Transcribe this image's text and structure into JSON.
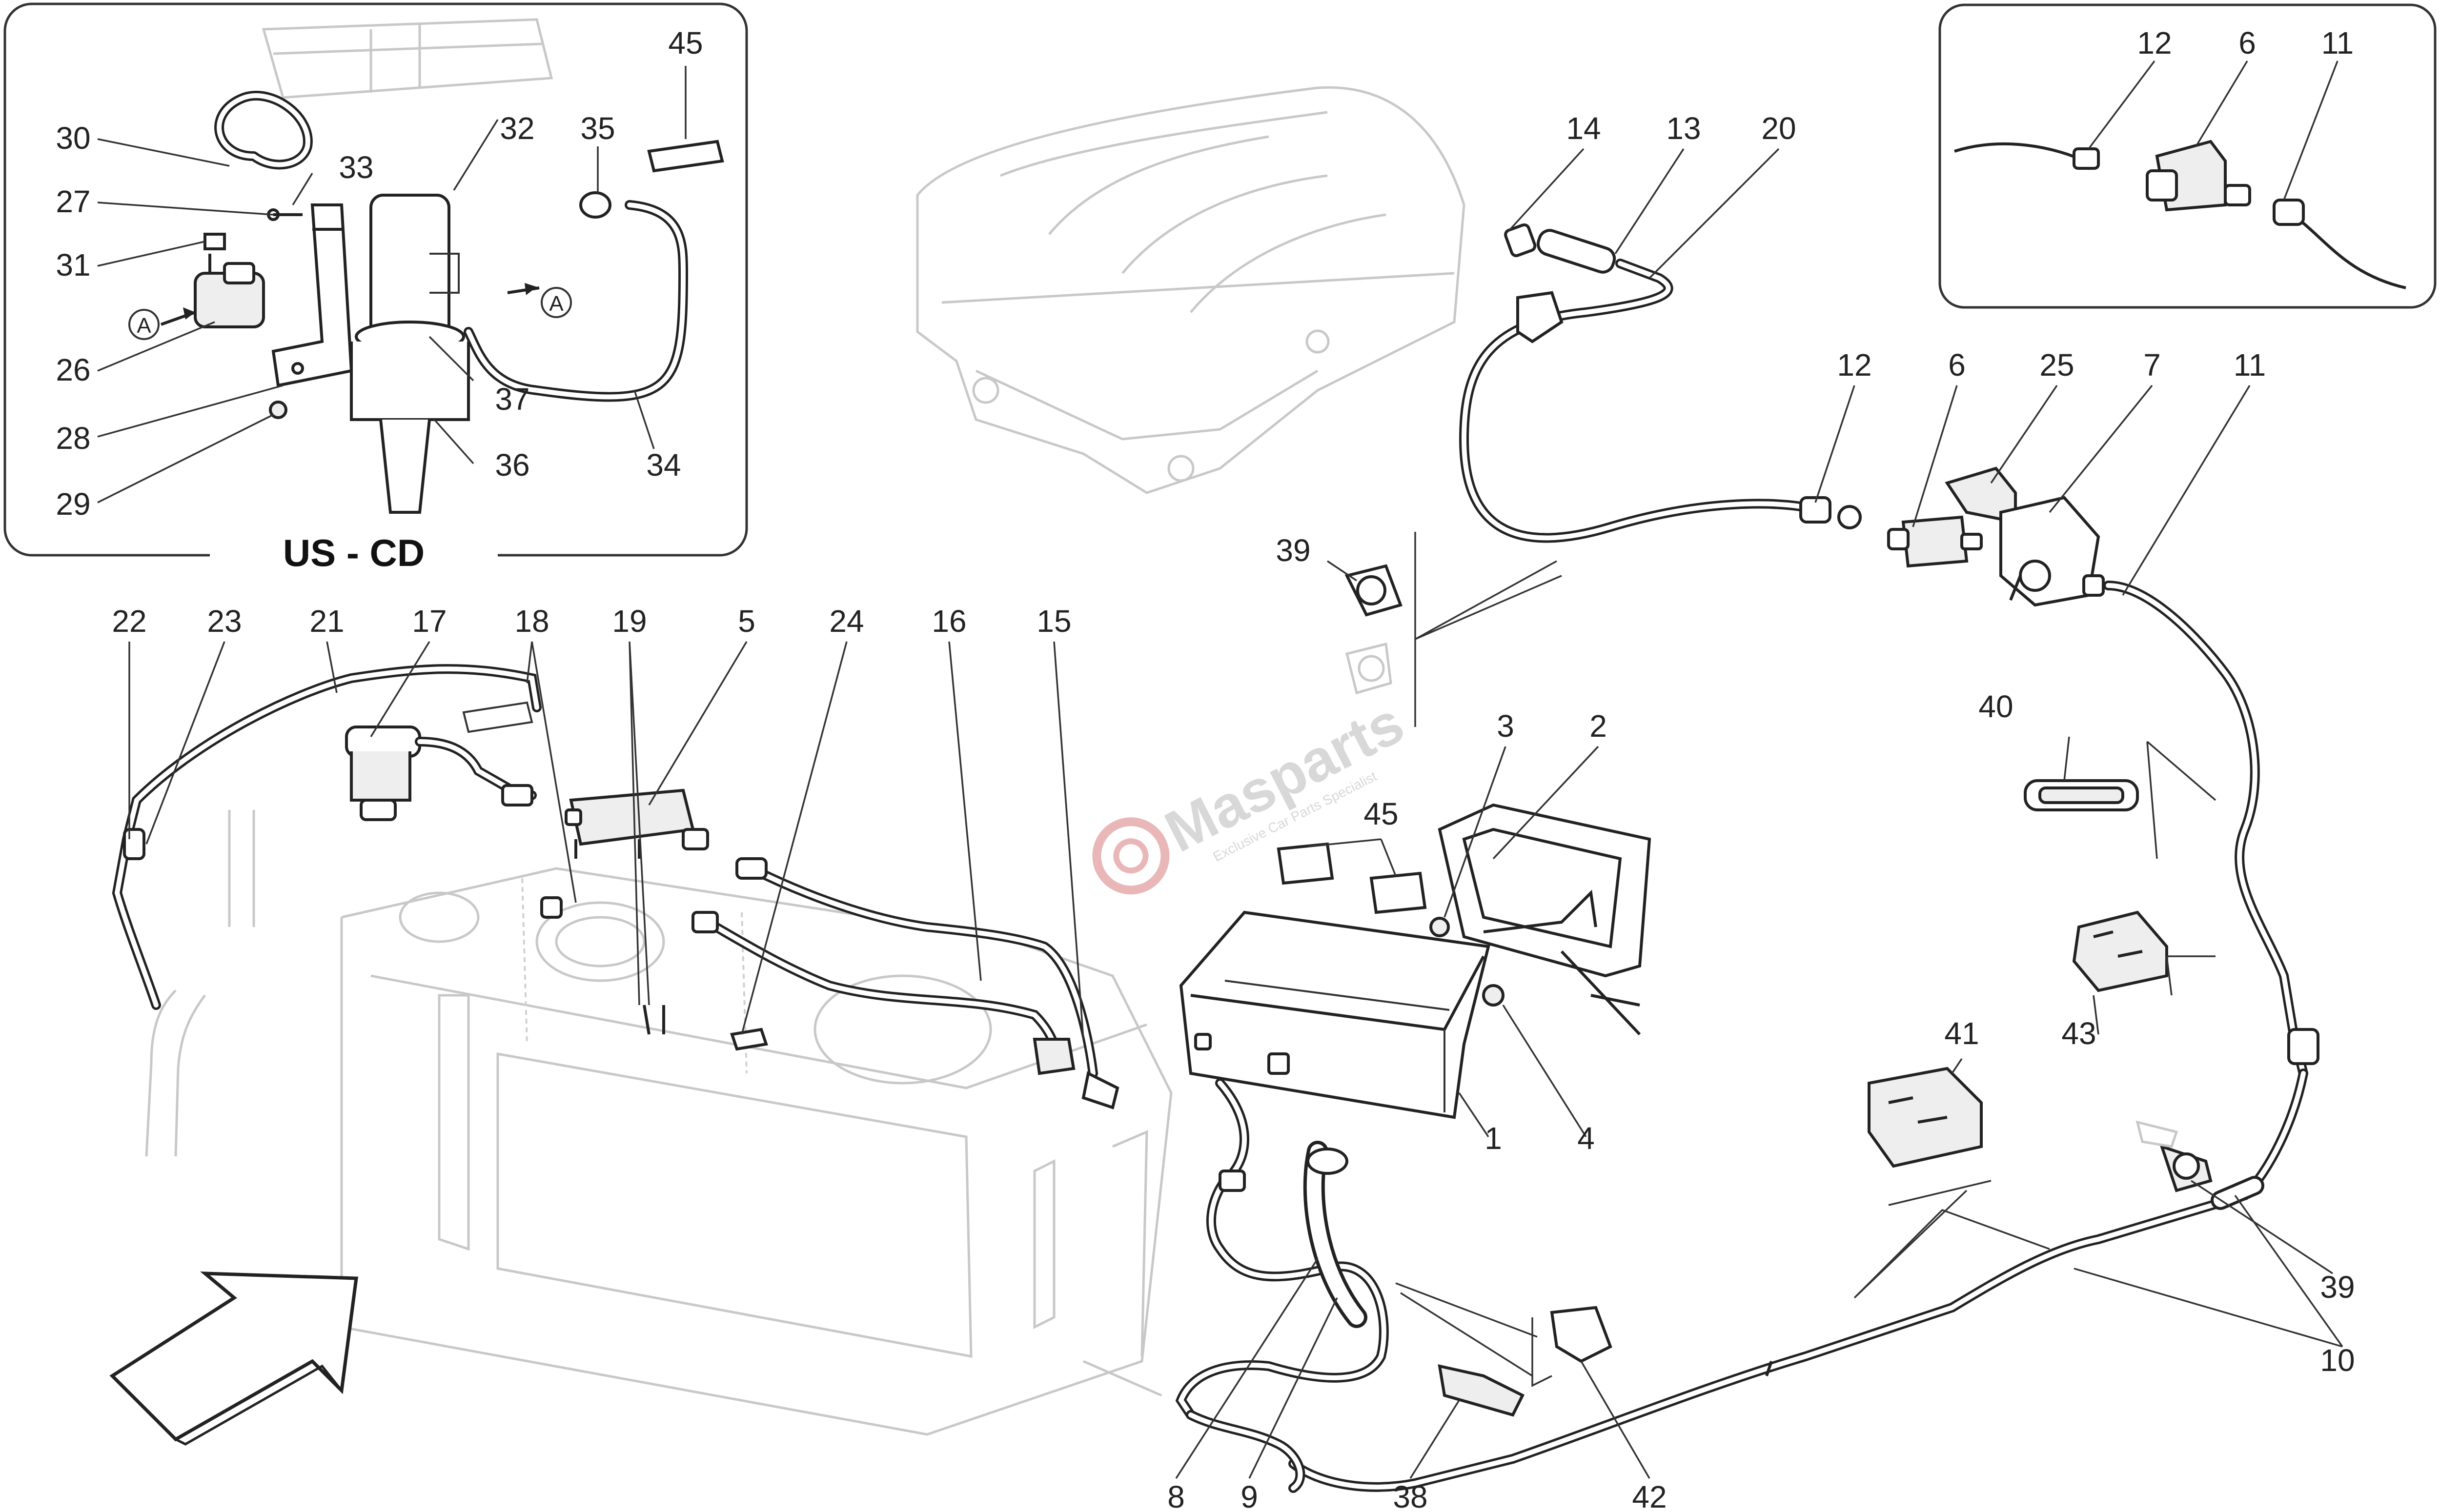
{
  "inset_left": {
    "title": "US - CD",
    "labels": [
      {
        "id": "45a",
        "text": "45"
      },
      {
        "id": "30",
        "text": "30"
      },
      {
        "id": "33",
        "text": "33"
      },
      {
        "id": "32",
        "text": "32"
      },
      {
        "id": "35",
        "text": "35"
      },
      {
        "id": "27",
        "text": "27"
      },
      {
        "id": "31",
        "text": "31"
      },
      {
        "id": "26",
        "text": "26"
      },
      {
        "id": "37",
        "text": "37"
      },
      {
        "id": "28",
        "text": "28"
      },
      {
        "id": "36",
        "text": "36"
      },
      {
        "id": "34",
        "text": "34"
      },
      {
        "id": "29",
        "text": "29"
      }
    ],
    "markers": [
      "A",
      "A"
    ]
  },
  "inset_right": {
    "labels": [
      {
        "id": "12a",
        "text": "12"
      },
      {
        "id": "6a",
        "text": "6"
      },
      {
        "id": "11a",
        "text": "11"
      }
    ]
  },
  "main": {
    "labels": [
      {
        "id": "14",
        "text": "14"
      },
      {
        "id": "13",
        "text": "13"
      },
      {
        "id": "20",
        "text": "20"
      },
      {
        "id": "12",
        "text": "12"
      },
      {
        "id": "6",
        "text": "6"
      },
      {
        "id": "25",
        "text": "25"
      },
      {
        "id": "7",
        "text": "7"
      },
      {
        "id": "11",
        "text": "11"
      },
      {
        "id": "39a",
        "text": "39"
      },
      {
        "id": "22",
        "text": "22"
      },
      {
        "id": "23",
        "text": "23"
      },
      {
        "id": "21",
        "text": "21"
      },
      {
        "id": "17",
        "text": "17"
      },
      {
        "id": "18",
        "text": "18"
      },
      {
        "id": "19",
        "text": "19"
      },
      {
        "id": "5",
        "text": "5"
      },
      {
        "id": "24",
        "text": "24"
      },
      {
        "id": "16",
        "text": "16"
      },
      {
        "id": "15",
        "text": "15"
      },
      {
        "id": "3",
        "text": "3"
      },
      {
        "id": "2",
        "text": "2"
      },
      {
        "id": "45b",
        "text": "45"
      },
      {
        "id": "40",
        "text": "40"
      },
      {
        "id": "43",
        "text": "43"
      },
      {
        "id": "41",
        "text": "41"
      },
      {
        "id": "1",
        "text": "1"
      },
      {
        "id": "4",
        "text": "4"
      },
      {
        "id": "39b",
        "text": "39"
      },
      {
        "id": "10",
        "text": "10"
      },
      {
        "id": "8",
        "text": "8"
      },
      {
        "id": "9",
        "text": "9"
      },
      {
        "id": "38",
        "text": "38"
      },
      {
        "id": "42",
        "text": "42"
      }
    ]
  },
  "watermark": {
    "brand": "Masparts",
    "tagline": "Exclusive Car Parts Specialist"
  },
  "colors": {
    "line": "#222222",
    "ghost": "#c8c8c8",
    "watermark": "#d8d8d8",
    "watermark_accent": "#e9b7b7"
  }
}
